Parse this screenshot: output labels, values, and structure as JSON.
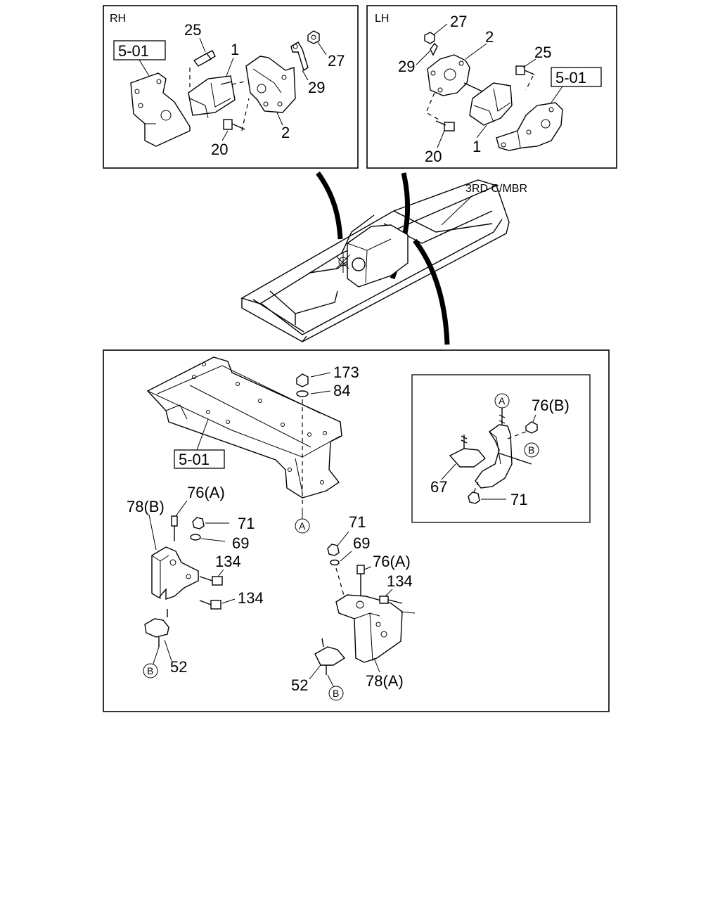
{
  "panels": {
    "rh": {
      "title": "RH",
      "ref": "5-01",
      "callouts": [
        "25",
        "1",
        "27",
        "29",
        "2",
        "20"
      ]
    },
    "lh": {
      "title": "LH",
      "ref": "5-01",
      "callouts": [
        "27",
        "2",
        "29",
        "25",
        "20",
        "1"
      ]
    },
    "frame": {
      "label": "3RD C/MBR"
    },
    "bottom": {
      "ref": "5-01",
      "callouts": {
        "n173": "173",
        "n84": "84",
        "n78b": "78(B)",
        "n76a_left": "76(A)",
        "n71_left": "71",
        "n69_left": "69",
        "n134_a": "134",
        "n134_b": "134",
        "n52_left": "52",
        "n71_mid": "71",
        "n69_mid": "69",
        "n76a_mid": "76(A)",
        "n134_mid": "134",
        "n52_mid": "52",
        "n78a": "78(A)"
      },
      "markers": {
        "a": "A",
        "b": "B"
      }
    },
    "detail": {
      "callouts": {
        "n76b": "76(B)",
        "n67": "67",
        "n71": "71"
      },
      "markers": {
        "a": "A",
        "b": "B"
      }
    }
  }
}
